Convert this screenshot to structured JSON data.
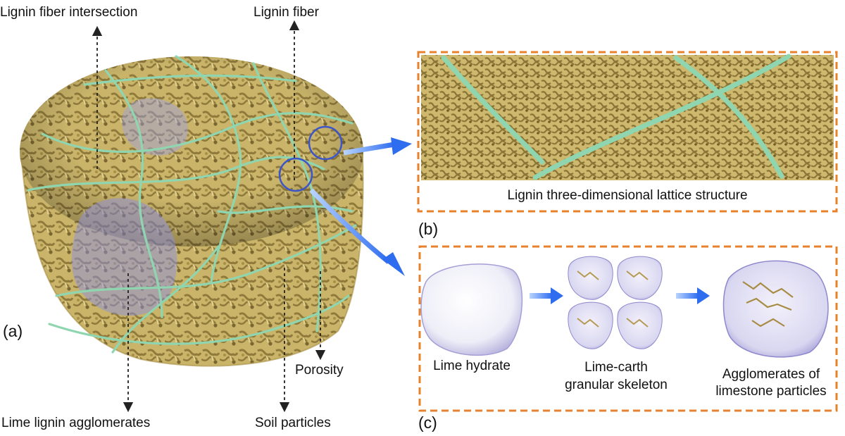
{
  "labels": {
    "lignin_fiber_intersection": "Lignin fiber intersection",
    "lignin_fiber": "Lignin fiber",
    "lime_lignin_agglomerates": "Lime lignin agglomerates",
    "soil_particles": "Soil particles",
    "porosity": "Porosity"
  },
  "panels": {
    "a": "(a)",
    "b": "(b)",
    "c": "(c)"
  },
  "panel_b": {
    "caption": "Lignin three-dimensional lattice structure"
  },
  "panel_c": {
    "steps": [
      {
        "line1": "Lime hydrate",
        "line2": ""
      },
      {
        "line1": "Lime-carth",
        "line2": "granular skeleton"
      },
      {
        "line1": "Agglomerates of",
        "line2": "limestone particles"
      }
    ]
  },
  "colors": {
    "soil": "#c9b46a",
    "soil_dark": "#8f7a3c",
    "fiber": "#8fd6b0",
    "agglomerate": "#9a9be0",
    "highlight_circle": "#3c55c8",
    "frame": "#e8812e",
    "arrow": "#3a7bff"
  }
}
